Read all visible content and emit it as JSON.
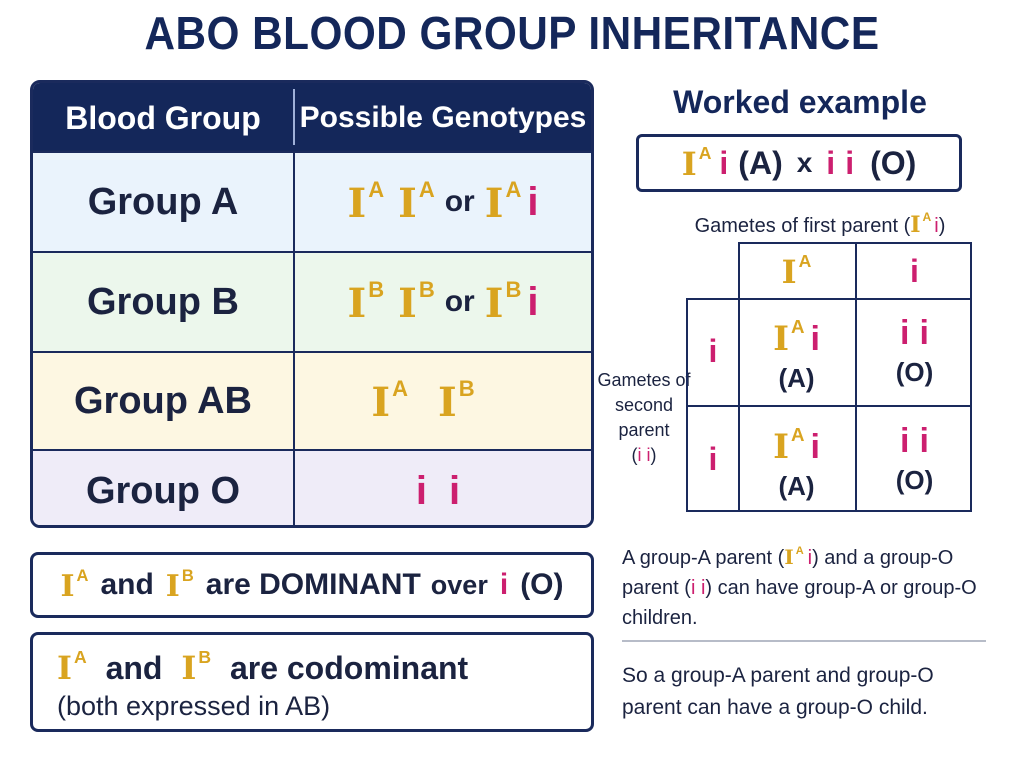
{
  "title": "ABO BLOOD GROUP INHERITANCE",
  "colors": {
    "navy": "#14275a",
    "dominant_allele": "#d9a420",
    "recessive_allele": "#cc1f6f"
  },
  "table": {
    "headers": [
      "Blood Group",
      "Possible Genotypes"
    ],
    "rows": [
      {
        "group": "Group A",
        "or_word": "or",
        "bg": "#eaf3fc"
      },
      {
        "group": "Group B",
        "or_word": "or",
        "bg": "#ecf7ec"
      },
      {
        "group": "Group AB",
        "or_word": "",
        "bg": "#fdf7e2"
      },
      {
        "group": "Group O",
        "or_word": "",
        "bg": "#efecf8"
      }
    ]
  },
  "notes": {
    "dominant": {
      "and": "and",
      "text": "are DOMINANT",
      "over": "over",
      "o_label": "(O)"
    },
    "codominant": {
      "and": "and",
      "text": "are codominant",
      "sub": "(both expressed in AB)"
    }
  },
  "worked_example": {
    "title": "Worked example",
    "cross_parent1_pheno": "(A)",
    "cross_times": "x",
    "cross_parent2_pheno": "(O)",
    "gametes_first": "Gametes of first parent (",
    "gametes_second_lines": [
      "Gametes of",
      "second",
      "parent"
    ],
    "punnett": {
      "cells": [
        {
          "phenotype": "(A)"
        },
        {
          "phenotype": "(O)"
        },
        {
          "phenotype": "(A)"
        },
        {
          "phenotype": "(O)"
        }
      ]
    },
    "explanation_1_a": "A group-A parent (",
    "explanation_1_b": ") and a group-O",
    "explanation_1_c": "parent (",
    "explanation_1_d": ") can have group-A or group-O",
    "explanation_1_e": "children.",
    "explanation_2": "So a group-A parent and group-O parent can have a group-O child."
  },
  "alleles": {
    "I": "I",
    "i": "i",
    "A": "A",
    "B": "B"
  }
}
